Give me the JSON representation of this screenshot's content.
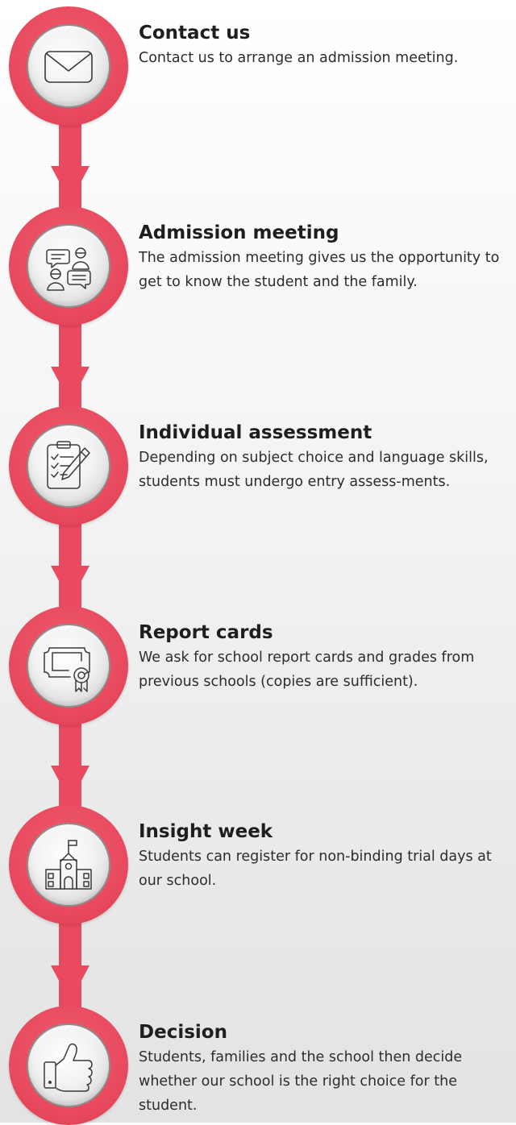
{
  "colors": {
    "accent": "#e94a5f",
    "disc": "#efefef",
    "icon_stroke": "#3a3a3a",
    "text": "#1e1e1e"
  },
  "steps": [
    {
      "icon": "envelope-icon",
      "title": "Contact us",
      "description": "Contact us to arrange an admission meeting."
    },
    {
      "icon": "meeting-chat-icon",
      "title": "Admission meeting",
      "description": "The admission meeting gives us the opportunity to get to know the student and the family."
    },
    {
      "icon": "clipboard-pencil-icon",
      "title": "Individual assessment",
      "description": "Depending on subject choice and language skills, students must undergo entry assess-ments."
    },
    {
      "icon": "certificate-icon",
      "title": "Report cards",
      "description": "We ask for school report cards and grades from previous schools (copies are sufficient)."
    },
    {
      "icon": "school-building-icon",
      "title": "Insight week",
      "description": "Students can register for non-binding trial days at our school."
    },
    {
      "icon": "thumbs-up-icon",
      "title": "Decision",
      "description": "Students, families and the school then decide whether our school is the right choice for the student."
    }
  ]
}
